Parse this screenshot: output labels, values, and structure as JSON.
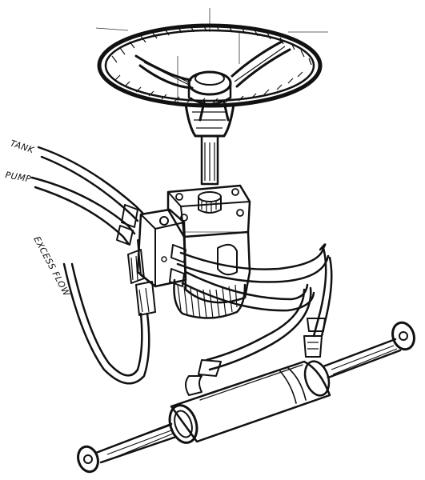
{
  "labels": {
    "tank": "TANK",
    "pump": "PUMP",
    "excess_flow": "EXCESS FLOW"
  },
  "colors": {
    "ink": "#111111",
    "background": "#ffffff"
  }
}
